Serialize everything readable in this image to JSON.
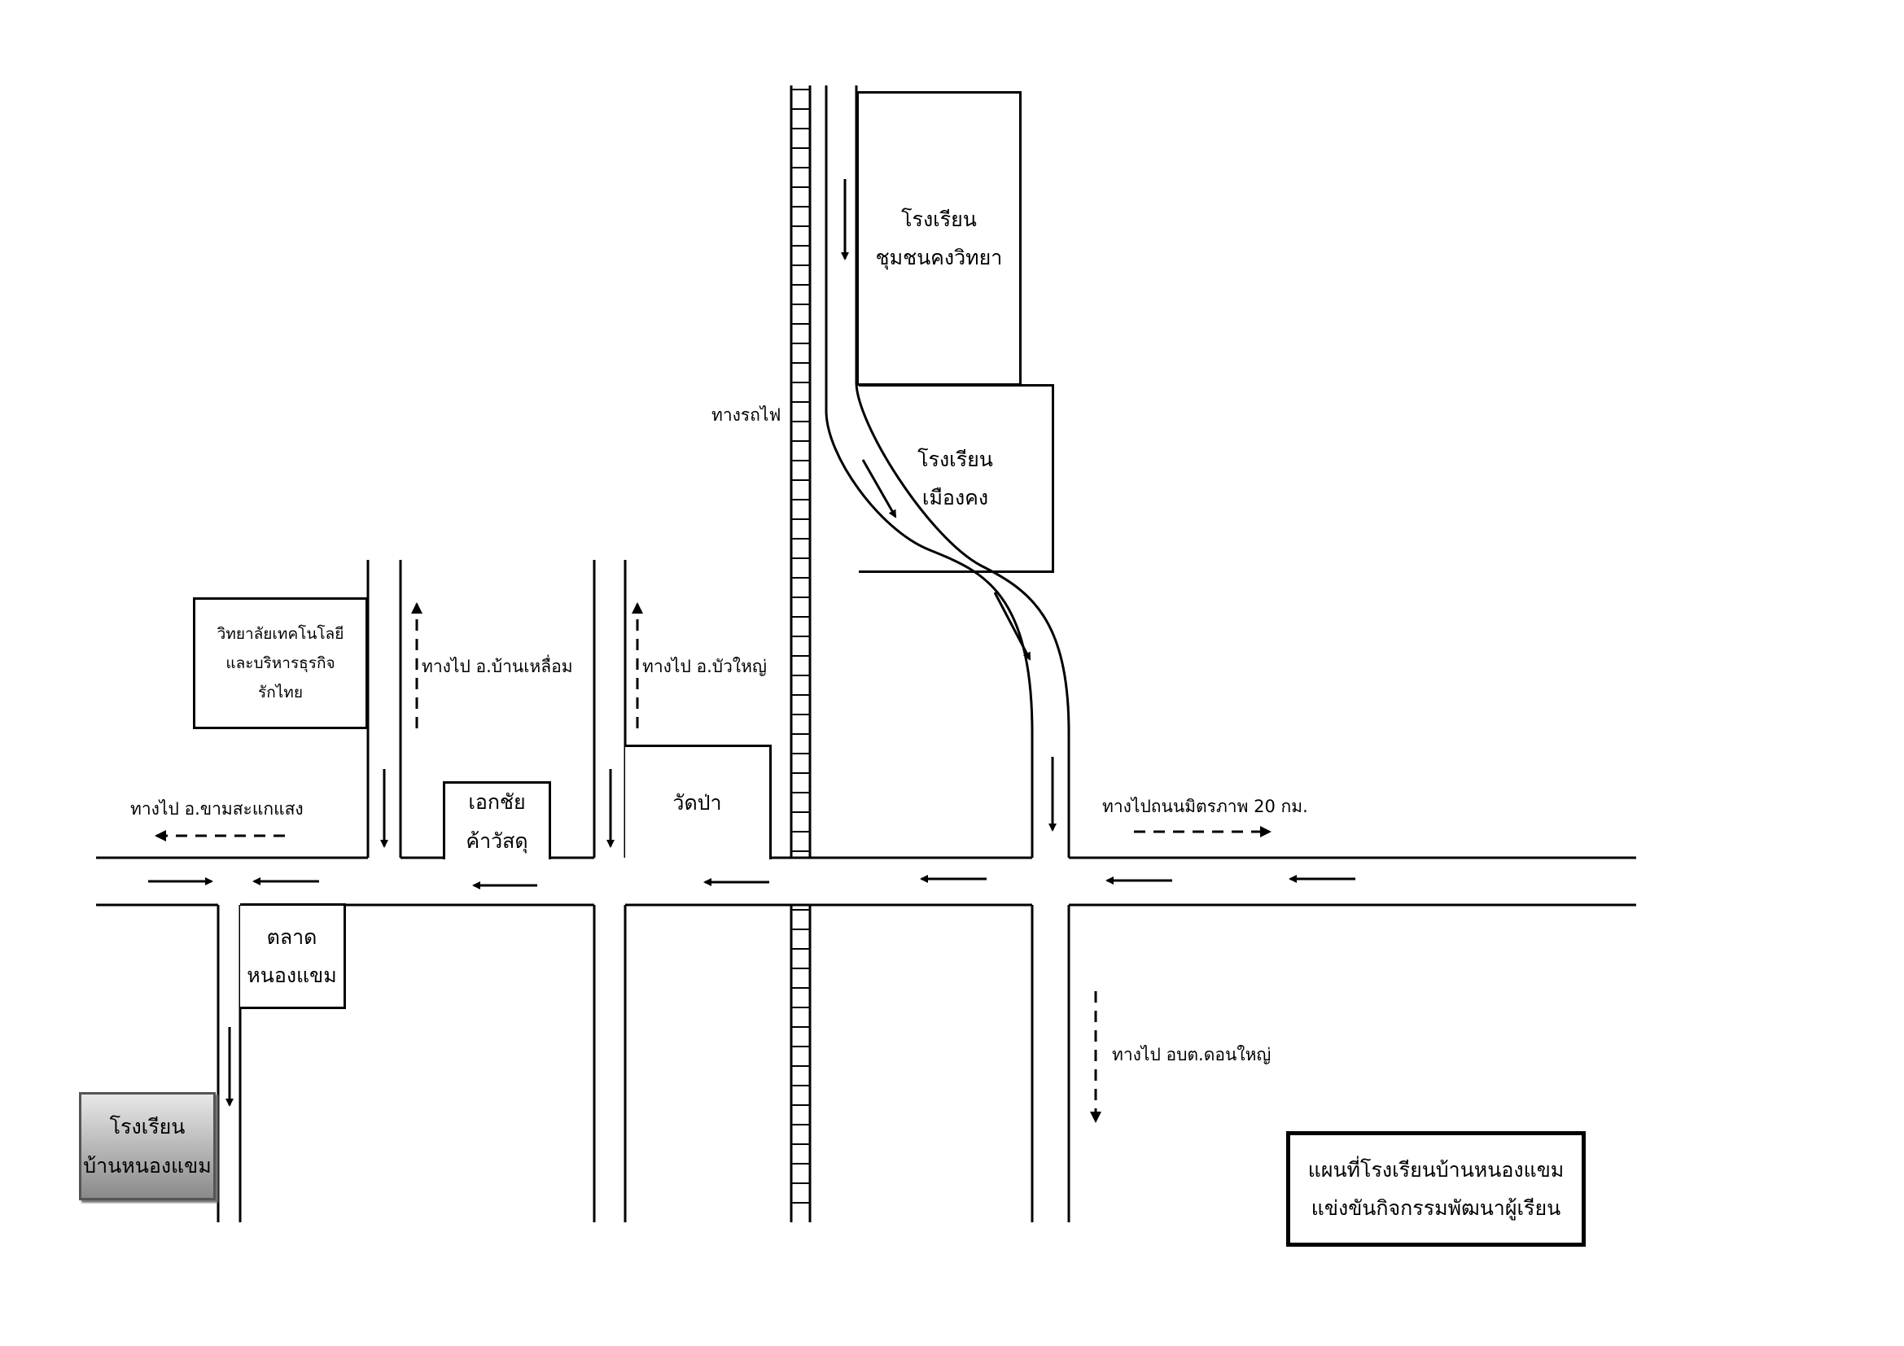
{
  "places": {
    "school_chumchon": {
      "line1": "โรงเรียน",
      "line2": "ชุมชนคงวิทยา"
    },
    "school_muangkhong": {
      "line1": "โรงเรียน",
      "line2": "เมืองคง"
    },
    "college": {
      "line1": "วิทยาลัยเทคโนโลยี",
      "line2": "และบริหารธุรกิจ",
      "line3": "รักไทย"
    },
    "hardware_store": {
      "line1": "เอกชัย",
      "line2": "ค้าวัสดุ"
    },
    "temple": {
      "name": "วัดป่า"
    },
    "market": {
      "line1": "ตลาด",
      "line2": "หนองแขม"
    },
    "school_nongkhaem": {
      "line1": "โรงเรียน",
      "line2": "บ้านหนองแขม"
    }
  },
  "labels": {
    "railway": "ทางรถไฟ",
    "to_ban_luam": "ทางไป อ.บ้านเหลื่อม",
    "to_bua_yai": "ทางไป อ.บัวใหญ่",
    "to_kham_sakaesaeng": "ทางไป อ.ขามสะแกแสง",
    "to_mittraphap": "ทางไปถนนมิตรภาพ 20 กม.",
    "to_don_yai": "ทางไป อบต.ดอนใหญ่"
  },
  "title": {
    "line1": "แผนที่โรงเรียนบ้านหนองแขม",
    "line2": "แข่งขันกิจกรรมพัฒนาผู้เรียน"
  },
  "colors": {
    "ink": "#000000",
    "school_fill_top": "#e0e0e0",
    "school_fill_bottom": "#8a8a8a"
  }
}
